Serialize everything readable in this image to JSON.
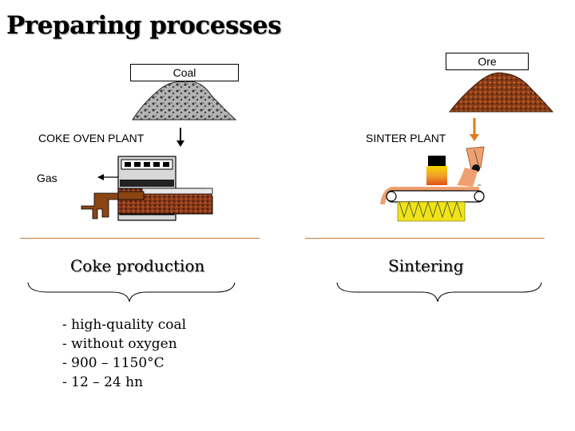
{
  "title": "Preparing processes",
  "left": {
    "input_label": "Coal",
    "plant_label": "COKE OVEN PLANT",
    "output_label": "Gas",
    "heading": "Coke production",
    "bullets": [
      "- high-quality coal",
      "- without oxygen",
      "- 900 – 1150°C",
      "- 12 – 24 hn"
    ]
  },
  "right": {
    "input_label": "Ore",
    "plant_label": "SINTER PLANT",
    "heading": "Sintering"
  },
  "colors": {
    "rule": "#c87a3e",
    "coke_brown": "#8b4513",
    "ore_brown": "#a0522d",
    "sinter_orange": "#f0a070",
    "flame_yellow": "#f2e21a"
  }
}
